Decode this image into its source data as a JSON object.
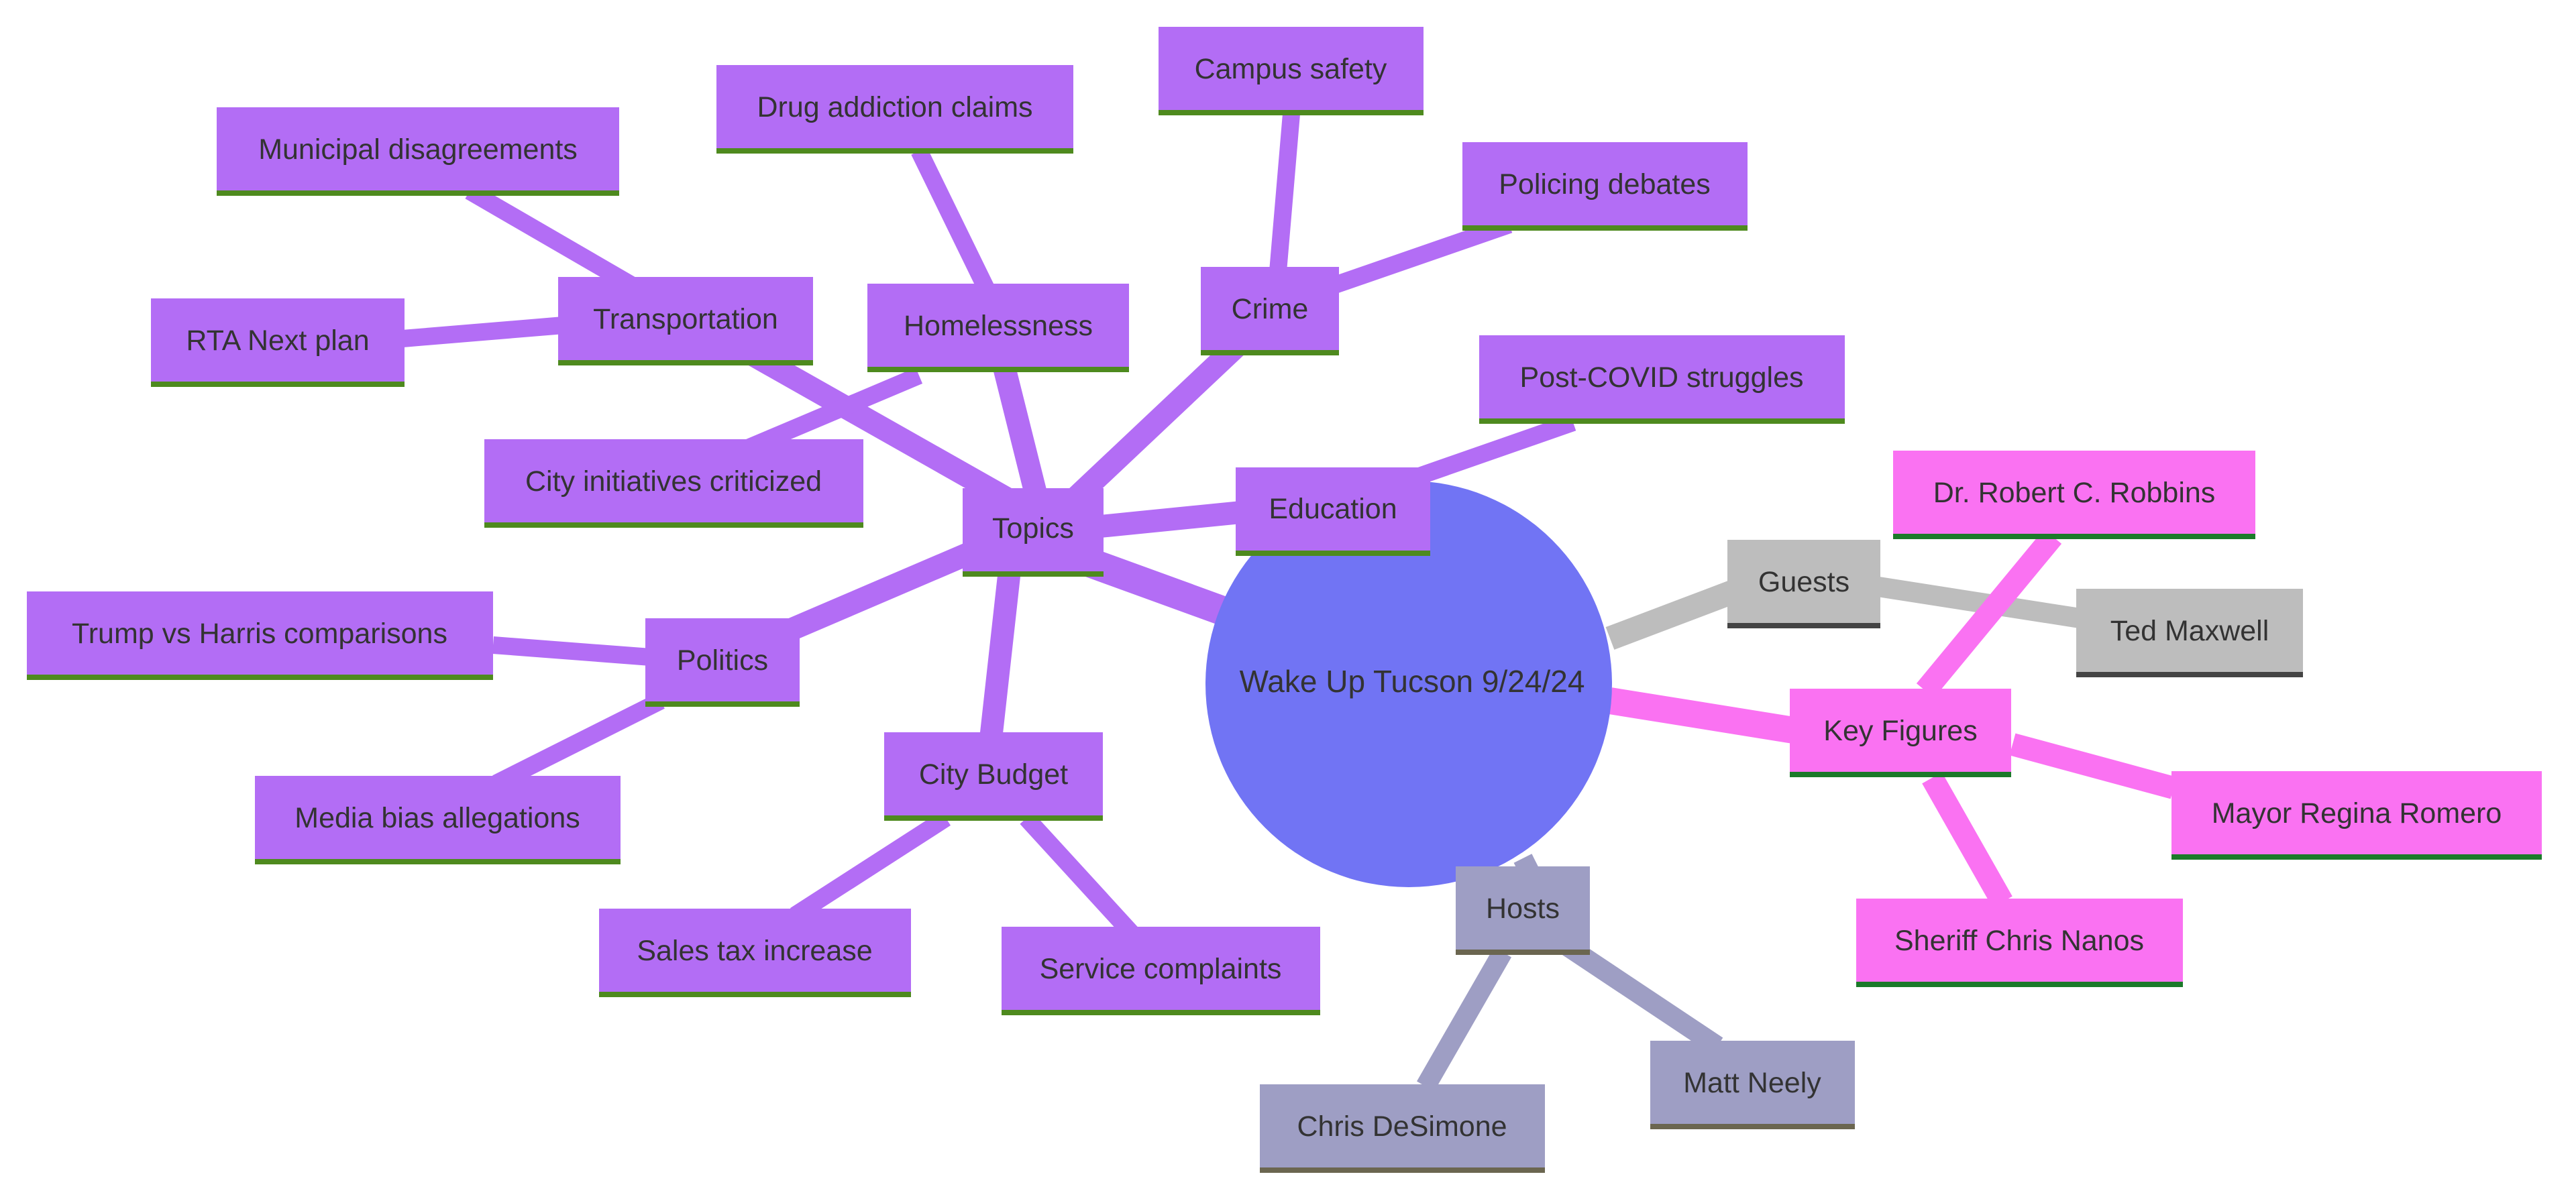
{
  "root": {
    "label": "Wake Up Tucson 9/24/24"
  },
  "colors": {
    "root_fill": "#7174F4",
    "topics": "#B36DF5",
    "topics_border": "#4E8A1E",
    "key_figures": "#FA72F2",
    "key_figures_border": "#1B7A2A",
    "guests": "#BDBDBD",
    "guests_border": "#444444",
    "hosts": "#9E9EC4",
    "hosts_border": "#6B6650",
    "text": "#333333"
  },
  "branches": {
    "topics": {
      "label": "Topics",
      "children": {
        "transportation": {
          "label": "Transportation",
          "children": [
            "Municipal disagreements",
            "RTA Next plan"
          ]
        },
        "homelessness": {
          "label": "Homelessness",
          "children": [
            "Drug addiction claims",
            "City initiatives criticized"
          ]
        },
        "crime": {
          "label": "Crime",
          "children": [
            "Campus safety",
            "Policing debates"
          ]
        },
        "education": {
          "label": "Education",
          "children": [
            "Post-COVID struggles"
          ]
        },
        "politics": {
          "label": "Politics",
          "children": [
            "Trump vs Harris comparisons",
            "Media bias allegations"
          ]
        },
        "city_budget": {
          "label": "City Budget",
          "children": [
            "Sales tax increase",
            "Service complaints"
          ]
        }
      }
    },
    "guests": {
      "label": "Guests",
      "children": [
        "Ted Maxwell"
      ]
    },
    "key_figures": {
      "label": "Key Figures",
      "children": [
        "Dr. Robert C. Robbins",
        "Mayor Regina Romero",
        "Sheriff Chris Nanos"
      ]
    },
    "hosts": {
      "label": "Hosts",
      "children": [
        "Chris DeSimone",
        "Matt Neely"
      ]
    }
  }
}
